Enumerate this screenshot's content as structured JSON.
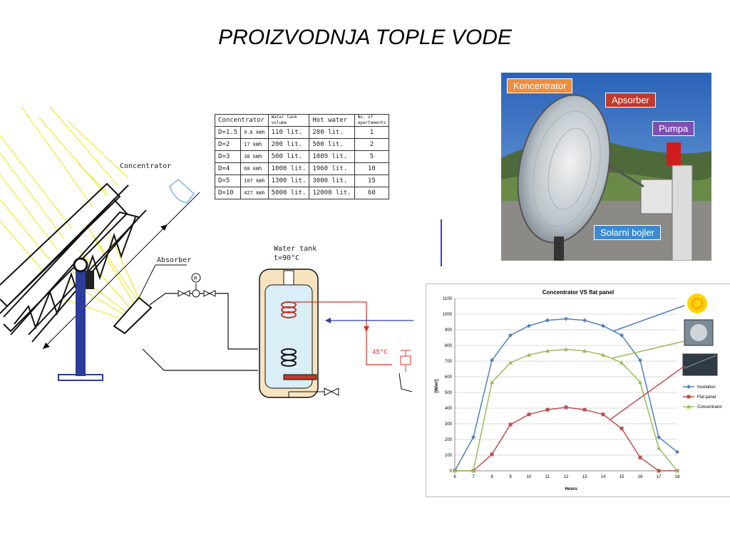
{
  "title": "PROIZVODNJA TOPLE VODE",
  "diagram": {
    "concentrator_label": "Concentrator",
    "absorber_label": "Absorber",
    "motor_label": "M",
    "water_tank_label": "Water tank",
    "water_tank_temp": "t=90°C",
    "outlet_temp": "45°C"
  },
  "table": {
    "headers": [
      "Concentrator",
      "",
      "Water tank volume",
      "Hot water",
      "No. of apartaments"
    ],
    "rows": [
      [
        "D=1.5",
        "9.6 kWh",
        "110 lit.",
        "280 lit.",
        "1"
      ],
      [
        "D=2",
        "17 kWh",
        "200 lit.",
        "500 lit.",
        "2"
      ],
      [
        "D=3",
        "38 kWh",
        "500 lit.",
        "1089 lit.",
        "5"
      ],
      [
        "D=4",
        "68 kWh",
        "1000 lit.",
        "1960 lit.",
        "10"
      ],
      [
        "D=5",
        "107 kWh",
        "1300 lit.",
        "3000 lit.",
        "15"
      ],
      [
        "D=10",
        "427 kWh",
        "5000 lit.",
        "12000 lit.",
        "60"
      ]
    ]
  },
  "photo": {
    "labels": {
      "koncentrator": "Koncentrator",
      "apsorber": "Apsorber",
      "pumpa": "Pumpa",
      "bojler": "Solarni bojler"
    },
    "colors": {
      "koncentrator": "#f08c3c",
      "apsorber": "#c0392b",
      "pumpa": "#7d4fb0",
      "bojler": "#3c8ad0"
    }
  },
  "chart_data": {
    "type": "line",
    "title": "Concentrator VS flat panel",
    "xlabel": "Hours",
    "ylabel": "[W/m²]",
    "x": [
      6,
      7,
      8,
      9,
      10,
      11,
      12,
      13,
      14,
      15,
      16,
      17,
      18
    ],
    "xlim": [
      6,
      18
    ],
    "ylim": [
      0,
      1100
    ],
    "yticks": [
      0,
      100,
      200,
      300,
      400,
      500,
      600,
      700,
      800,
      900,
      1000,
      1100
    ],
    "series": [
      {
        "name": "Insolation",
        "color": "#4f81bd",
        "marker": "diamond",
        "values": [
          0,
          215,
          705,
          865,
          925,
          960,
          970,
          960,
          925,
          865,
          705,
          215,
          120
        ]
      },
      {
        "name": "Flat panel",
        "color": "#c0504d",
        "marker": "square",
        "values": [
          0,
          0,
          105,
          295,
          360,
          390,
          405,
          390,
          360,
          270,
          85,
          0,
          0
        ]
      },
      {
        "name": "Concentrator",
        "color": "#9bbb59",
        "marker": "triangle",
        "values": [
          0,
          0,
          565,
          690,
          740,
          765,
          775,
          765,
          740,
          690,
          565,
          145,
          0
        ]
      }
    ],
    "legend_position": "right",
    "grid": true
  }
}
